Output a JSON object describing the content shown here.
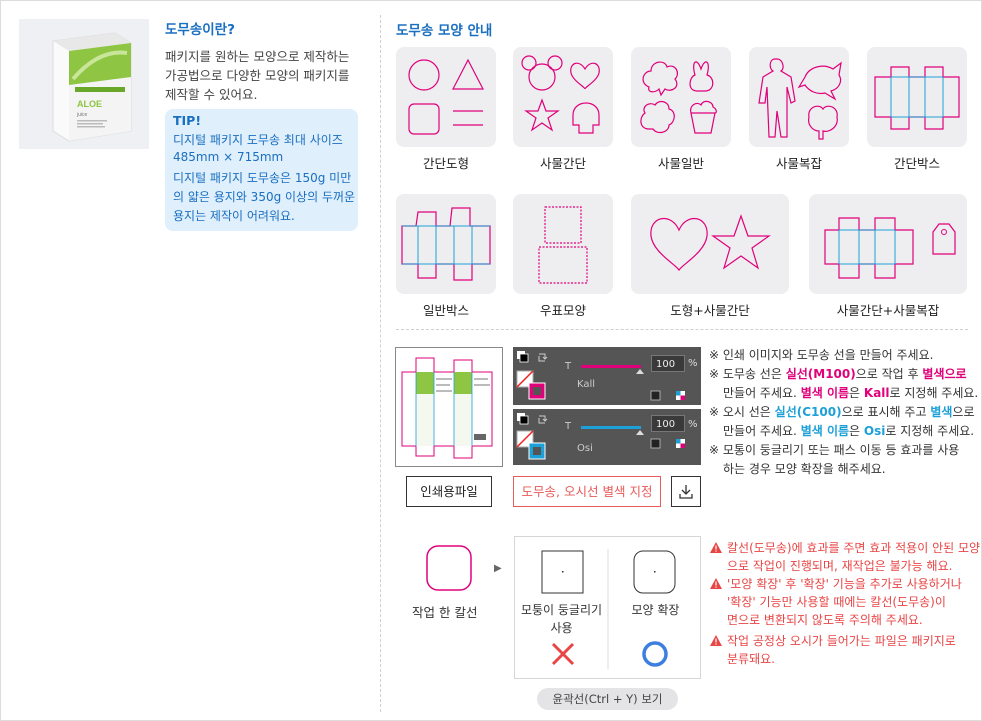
{
  "left": {
    "title": "도무송이란?",
    "description": [
      "패키지를 원하는 모양으로 제작하는",
      "가공법으로 다양한 모양의 패키지를",
      "제작할 수 있어요."
    ],
    "tip": {
      "title": "TIP!",
      "lines": [
        "디지털 패키지 도무송 최대 사이즈",
        "485mm × 715mm",
        "디지털 패키지 도무송은 150g 미만",
        "의 얇은 용지와 350g 이상의 두꺼운",
        "용지는 제작이 어려워요."
      ]
    },
    "product": {
      "brand": "ALOE",
      "sub": "juice"
    }
  },
  "guide": {
    "title": "도무송 모양 안내",
    "shapes": [
      "간단도형",
      "사물간단",
      "사물일반",
      "사물복잡",
      "간단박스",
      "일반박스",
      "우표모양",
      "도형+사물간단",
      "사물간단+사물복잡"
    ]
  },
  "print": {
    "panels": [
      {
        "value": "100",
        "unit": "%",
        "name": "Kall",
        "t": "T"
      },
      {
        "value": "100",
        "unit": "%",
        "name": "Osi",
        "t": "T"
      }
    ],
    "notes": [
      [
        "※ 인쇄 이미지와 도무송 선을 만들어 주세요."
      ],
      [
        "※ 도무송 선은 ",
        "실선(M100)",
        "으로 작업 후 ",
        "별색으로"
      ],
      [
        "만들어 주세요. ",
        "별색 이름",
        "은 ",
        "Kall",
        "로 지정해 주세요."
      ],
      [
        "※ 오시 선은 ",
        "실선(C100)",
        "으로 표시해 주고 ",
        "별색",
        "으로"
      ],
      [
        "만들어 주세요. ",
        "별색 이름",
        "은 ",
        "Osi",
        "로 지정해 주세요."
      ],
      [
        "※ 모통이 둥글리기 또는 패스 이동 등 효과를 사용"
      ],
      [
        "하는 경우 모양 확장을 해주세요."
      ]
    ],
    "buttons": {
      "print_file": "인쇄용파일",
      "spot_color": "도무송, 오시선 별색 지정"
    },
    "icons": [
      "swap-icon",
      "download-icon"
    ]
  },
  "bottom": {
    "cut_label": "작업 한 칼선",
    "compare": {
      "left_label_1": "모퉁이 둥글리기",
      "left_label_2": "사용",
      "right_label": "모양 확장"
    },
    "outline_button": "윤곽선(Ctrl + Y) 보기",
    "warnings": [
      "칼선(도무송)에 효과를 주면 효과 적용이 안된 모양",
      "으로 작업이 진행되며, 재작업은 불가능 해요.",
      "'모양 확장' 후 '확장' 기능을 추가로 사용하거나",
      "'확장' 기능만 사용할 때에는 칼선(도무송)이",
      "면으로 변환되지 않도록 주의해 주세요.",
      "작업 공정상 오시가 들어가는 파일은 패키지로",
      "분류돼요."
    ],
    "colors": {
      "magenta": "#e0007a",
      "cyan": "#1da0d8",
      "warn": "#e84545",
      "ok": "#3d7fe0"
    }
  }
}
